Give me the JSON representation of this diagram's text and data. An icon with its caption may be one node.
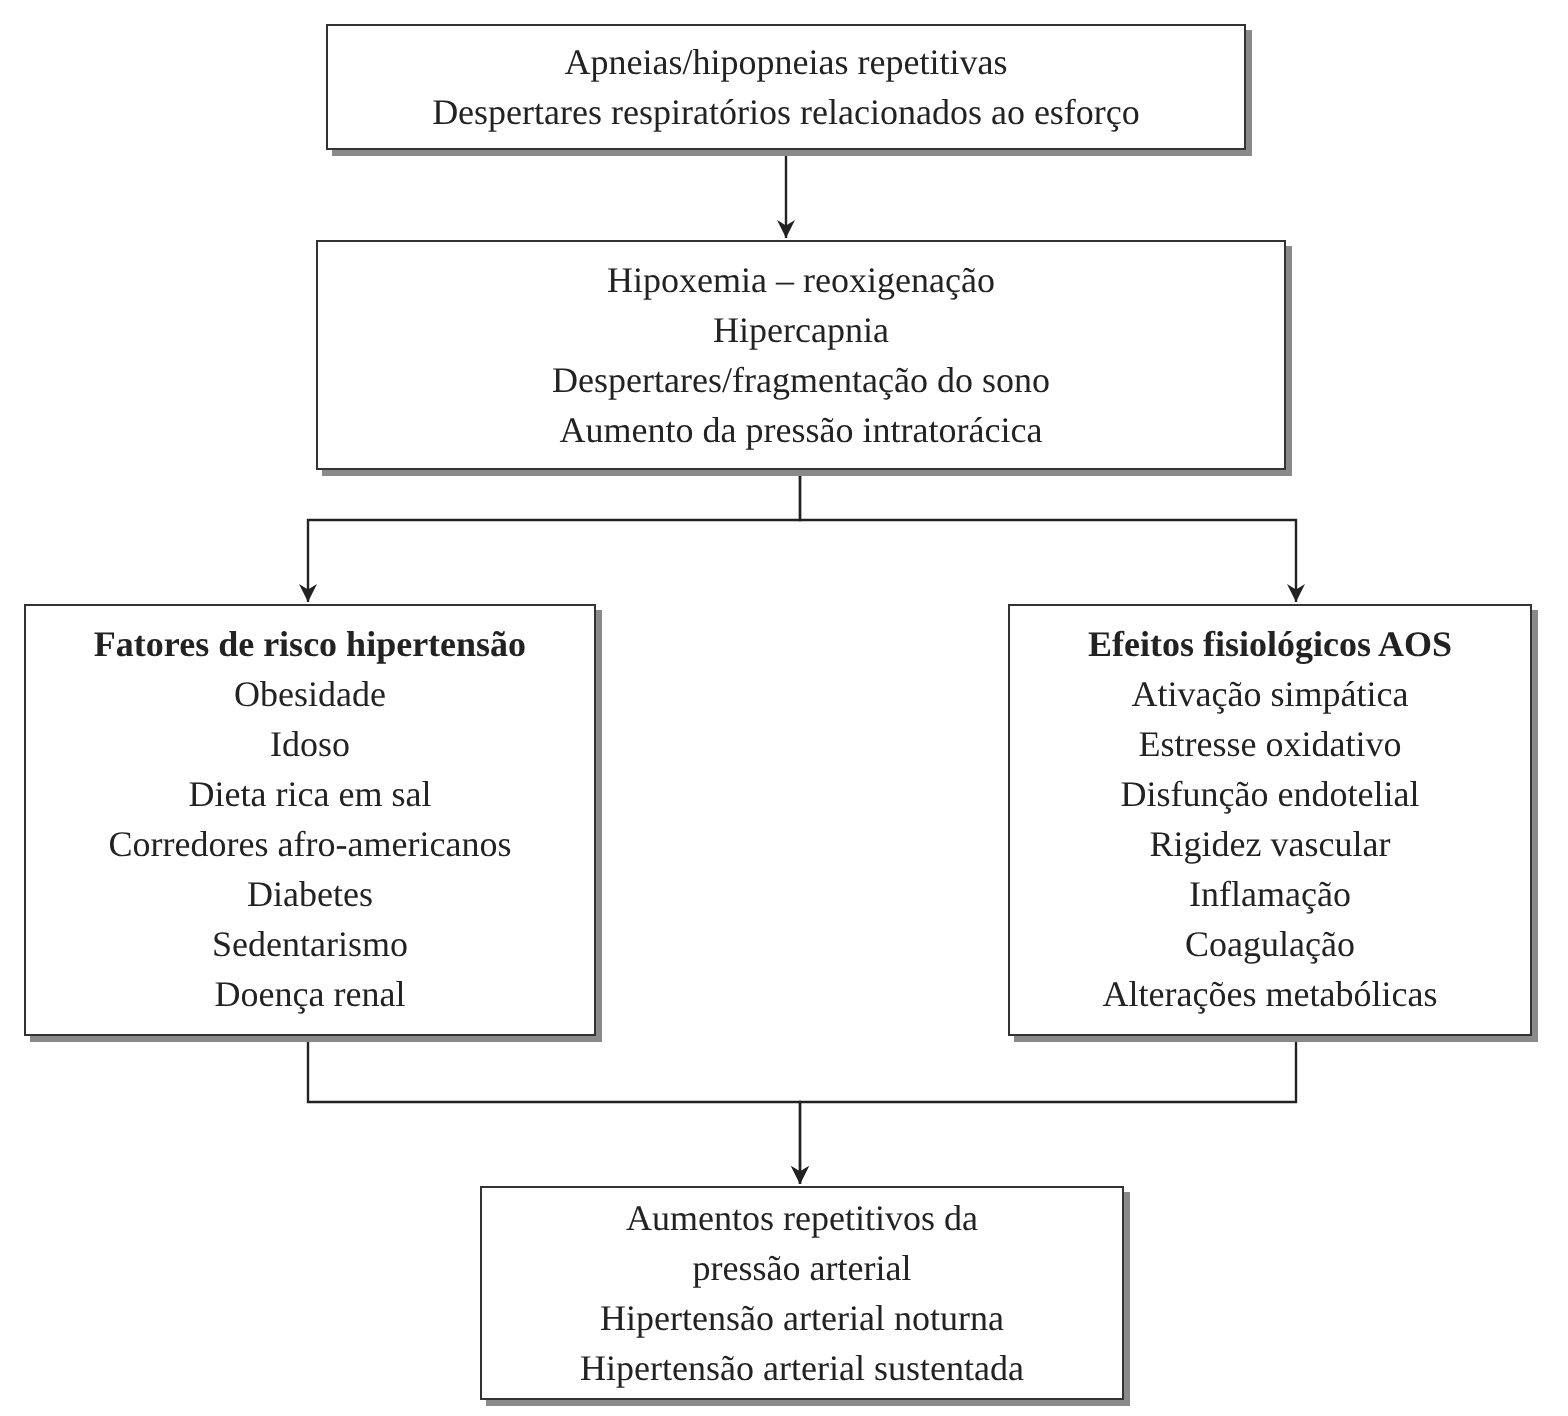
{
  "diagram": {
    "nodes": [
      {
        "text": [
          "Apneias/hipopneias repetitivas",
          "Despertares respiratórios relacionados ao esforço"
        ]
      },
      {
        "text": [
          "Hipoxemia – reoxigenação",
          "Hipercapnia",
          "Despertares/fragmentação do sono",
          "Aumento da pressão intratorácica"
        ]
      },
      {
        "text": [
          "Fatores de risco hipertensão",
          "Obesidade",
          "Idoso",
          "Dieta rica em sal",
          "Corredores afro-americanos",
          "Diabetes",
          "Sedentarismo",
          "Doença renal"
        ]
      },
      {
        "text": [
          "Efeitos fisiológicos AOS",
          "Ativação simpática",
          "Estresse oxidativo",
          "Disfunção endotelial",
          "Rigidez vascular",
          "Inflamação",
          "Coagulação",
          "Alterações metabólicas"
        ]
      },
      {
        "text": [
          "Aumentos repetitivos da pressão arterial",
          "Hipertensão arterial noturna",
          "Hipertensão arterial sustentada"
        ]
      }
    ],
    "edges": [
      {
        "from": 0,
        "to": 1,
        "arrow": "to"
      },
      {
        "from": 1,
        "to": 2,
        "arrow": "to"
      },
      {
        "from": 1,
        "to": 3,
        "arrow": "to"
      },
      {
        "from": 2,
        "to": 4,
        "arrow": "to"
      },
      {
        "from": 3,
        "to": 4,
        "arrow": "to"
      }
    ]
  }
}
